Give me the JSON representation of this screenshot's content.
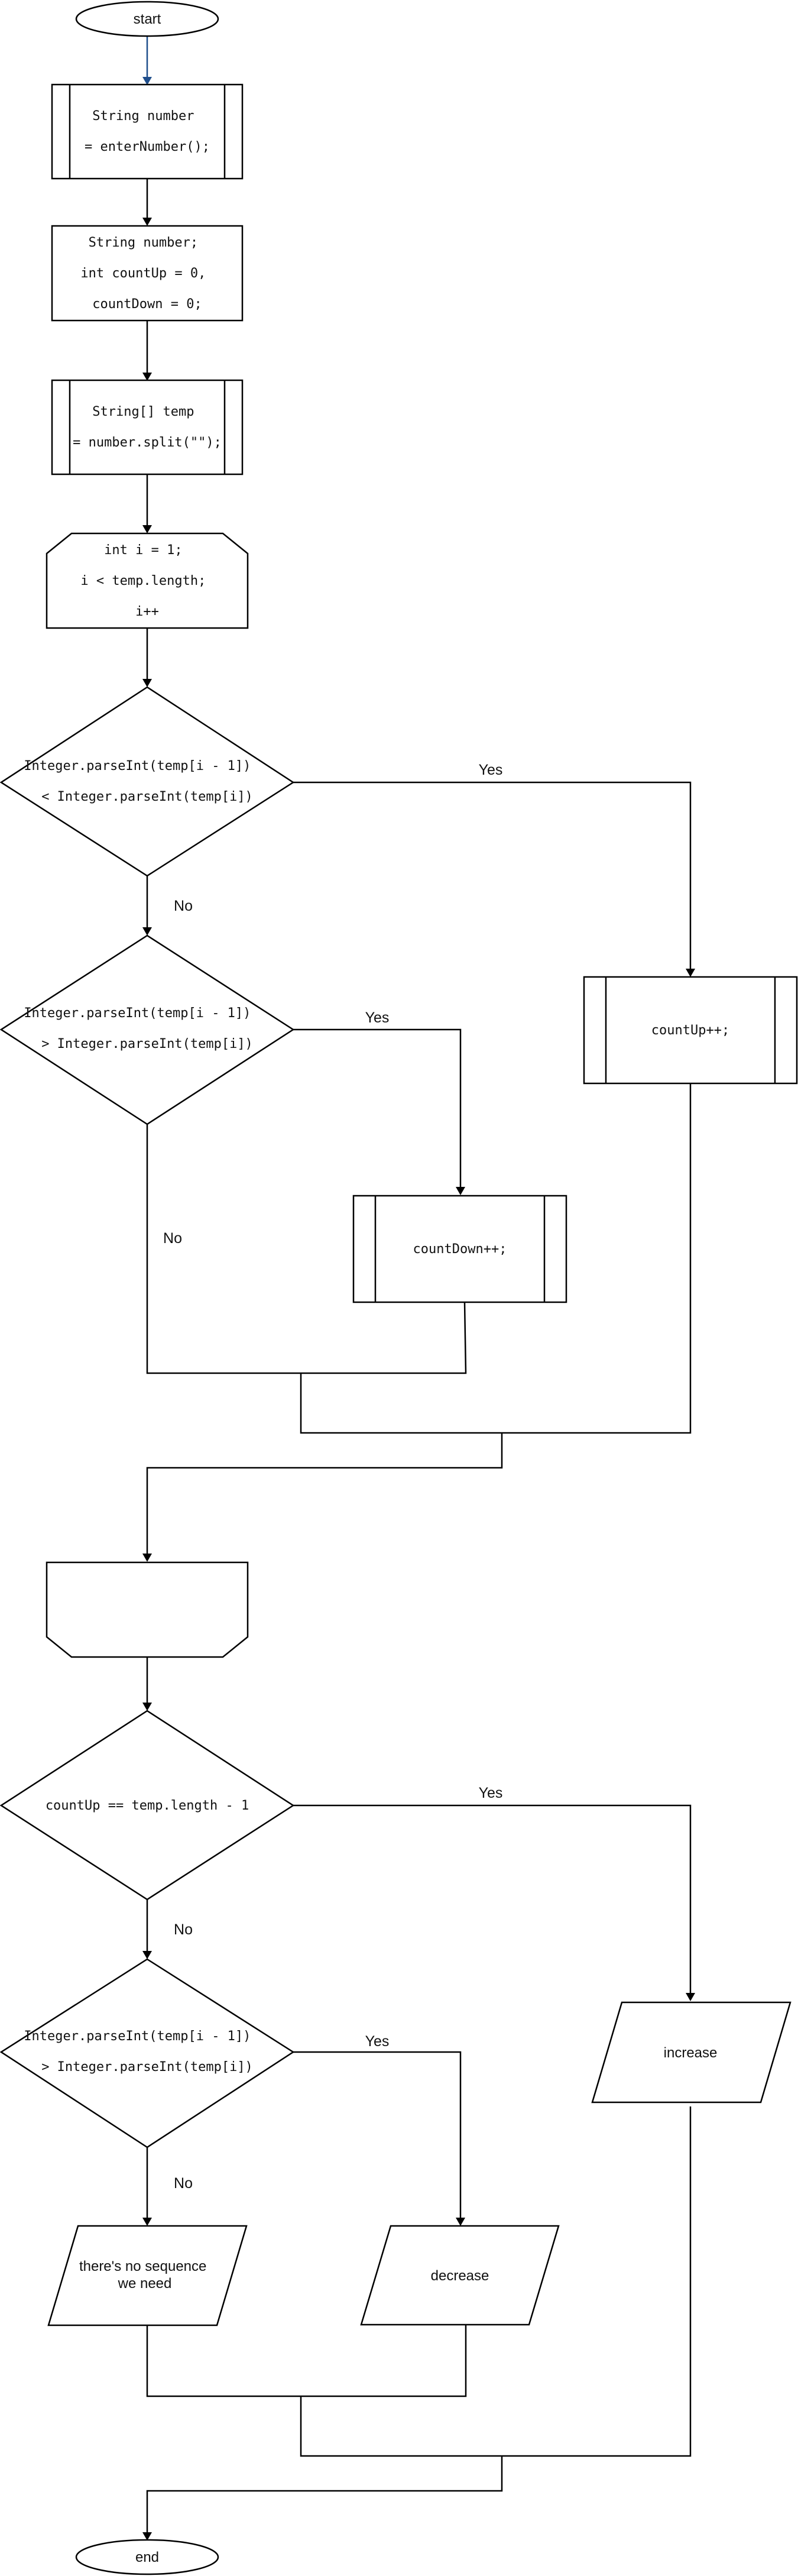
{
  "nodes": {
    "start": {
      "text": [
        "start"
      ]
    },
    "enter_number": {
      "text": [
        "String number",
        "= enterNumber();"
      ]
    },
    "declare_vars": {
      "text": [
        "String number;",
        "int countUp = 0,",
        "countDown = 0;"
      ]
    },
    "split_number": {
      "text": [
        "String[] temp",
        "= number.split(\"\");"
      ]
    },
    "loop_start": {
      "text": [
        "int i = 1;",
        "i < temp.length;",
        "i++"
      ]
    },
    "check_up": {
      "text": [
        "Integer.parseInt(temp[i - 1])",
        "< Integer.parseInt(temp[i])"
      ]
    },
    "check_down": {
      "text": [
        "Integer.parseInt(temp[i - 1])",
        "> Integer.parseInt(temp[i])"
      ]
    },
    "count_up": {
      "text": [
        "countUp++;"
      ]
    },
    "count_down": {
      "text": [
        "countDown++;"
      ]
    },
    "loop_end": {
      "text": []
    },
    "check_all_up": {
      "text": [
        "countUp == temp.length - 1"
      ]
    },
    "check_dec": {
      "text": [
        "Integer.parseInt(temp[i - 1])",
        "> Integer.parseInt(temp[i])"
      ]
    },
    "out_increase": {
      "text": [
        "increase"
      ]
    },
    "out_decrease": {
      "text": [
        "decrease"
      ]
    },
    "out_none": {
      "text": [
        "there's no sequence",
        "we need"
      ]
    },
    "end": {
      "text": [
        "end"
      ]
    }
  },
  "edge_labels": {
    "up_yes": "Yes",
    "up_no": "No",
    "down_yes": "Yes",
    "down_no": "No",
    "all_up_yes": "Yes",
    "all_up_no": "No",
    "dec_yes": "Yes",
    "dec_no": "No"
  },
  "colors": {
    "stroke": "#000000",
    "start_arrow": "#1f4e8c"
  }
}
